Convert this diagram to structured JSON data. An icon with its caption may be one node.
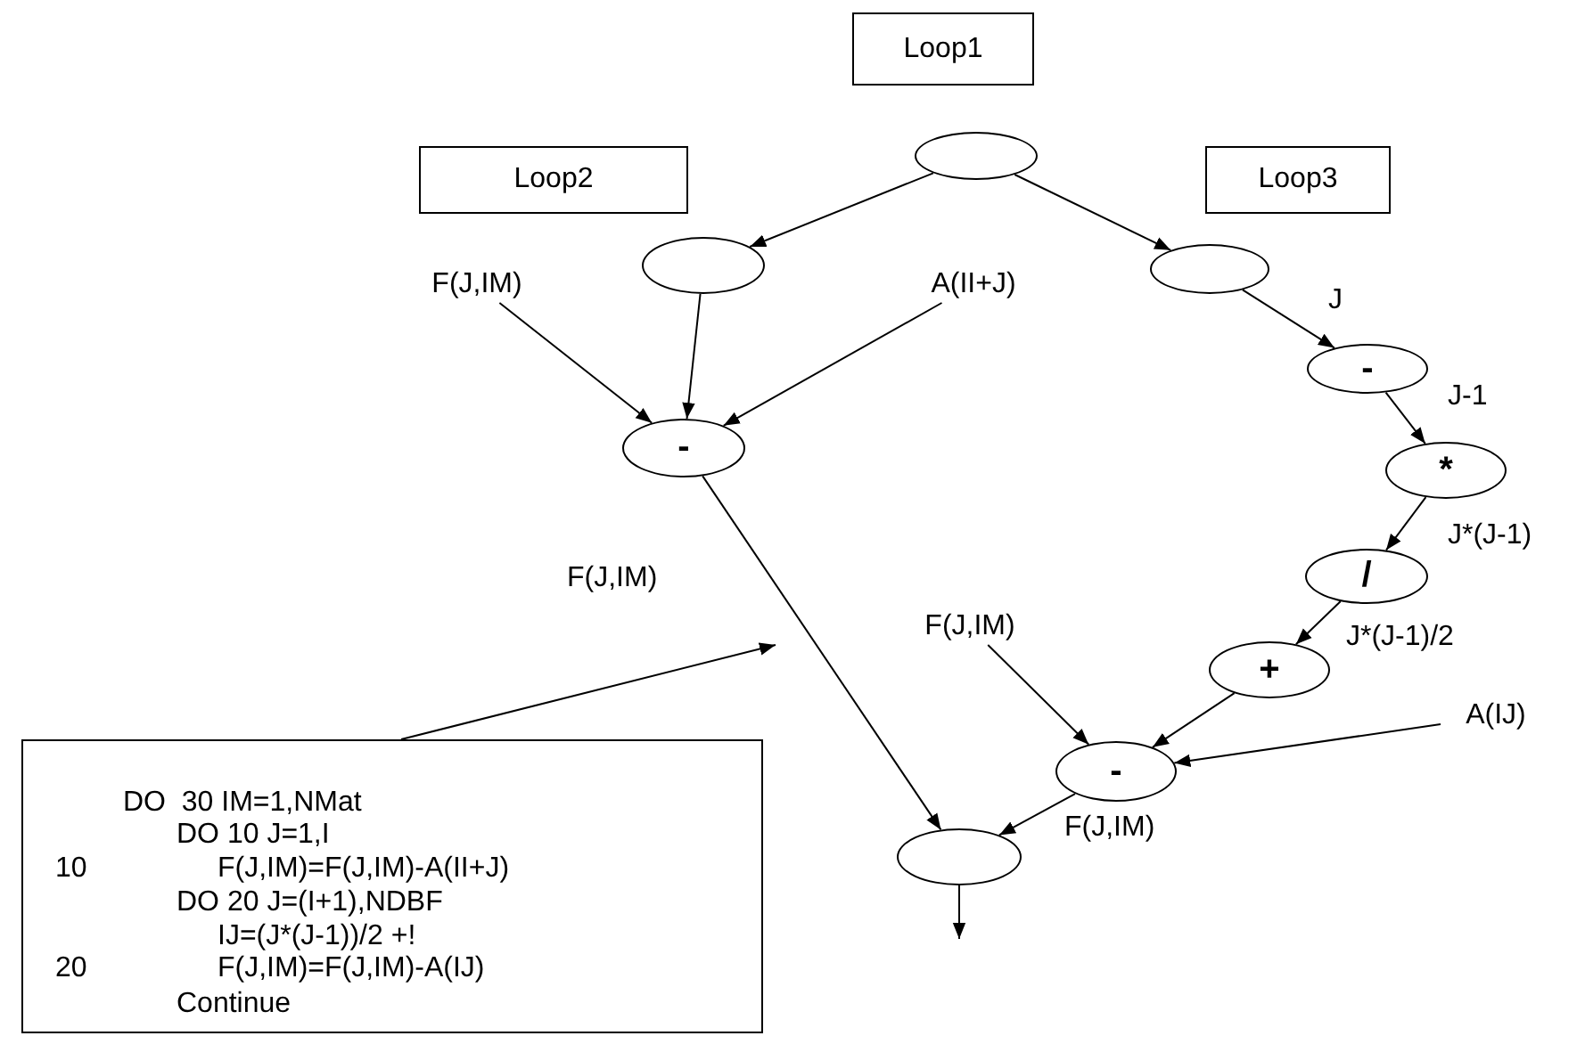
{
  "diagram": {
    "nodes": [
      {
        "text": [
          "Loop1"
        ]
      },
      {
        "text": [
          "Loop2"
        ]
      },
      {
        "text": [
          "Loop3"
        ]
      },
      {
        "text": [],
        "shape": "circle"
      },
      {
        "text": [],
        "shape": "circle"
      },
      {
        "text": [],
        "shape": "circle"
      },
      {
        "text": [
          "F(J,IM)"
        ]
      },
      {
        "text": [
          "A(II+J)"
        ]
      },
      {
        "text": [
          "-"
        ]
      },
      {
        "text": [
          "-"
        ]
      },
      {
        "text": [
          "*"
        ]
      },
      {
        "text": [
          "/"
        ]
      },
      {
        "text": [
          "+"
        ]
      },
      {
        "text": [
          "F(J,IM)"
        ]
      },
      {
        "text": [
          "A(IJ)"
        ]
      },
      {
        "text": [
          "-"
        ]
      },
      {
        "text": [],
        "shape": "circle"
      },
      {
        "text": [
          "DO  30 IM=1,NMat",
          "DO 10 J=1,I",
          "10",
          "F(J,IM)=F(J,IM)-A(II+J)",
          "DO 20 J=(I+1),NDBF",
          "IJ=(J*(J-1))/2 +!",
          "20",
          "F(J,IM)=F(J,IM)-A(IJ)",
          "Continue"
        ]
      }
    ],
    "edges": [
      {
        "from": 3,
        "to": 4,
        "arrow": "to"
      },
      {
        "from": 3,
        "to": 5,
        "arrow": "to"
      },
      {
        "from": 6,
        "to": 8,
        "arrow": "to"
      },
      {
        "from": 4,
        "to": 8,
        "arrow": "to"
      },
      {
        "from": 7,
        "to": 8,
        "arrow": "to"
      },
      {
        "from": 5,
        "to": 9,
        "arrow": "to",
        "label": "J"
      },
      {
        "from": 9,
        "to": 10,
        "arrow": "to",
        "label": "J-1"
      },
      {
        "from": 10,
        "to": 11,
        "arrow": "to",
        "label": "J*(J-1)"
      },
      {
        "from": 11,
        "to": 12,
        "arrow": "to",
        "label": "J*(J-1)/2"
      },
      {
        "from": 8,
        "to": 16,
        "arrow": "to",
        "label": "F(J,IM)"
      },
      {
        "from": 12,
        "to": 15,
        "arrow": "to"
      },
      {
        "from": 13,
        "to": 15,
        "arrow": "to"
      },
      {
        "from": 14,
        "to": 15,
        "arrow": "to"
      },
      {
        "from": 15,
        "to": 16,
        "arrow": "to",
        "label": "F(J,IM)"
      },
      {
        "from": 16,
        "to": null,
        "arrow": "to"
      },
      {
        "from": 17,
        "to": null,
        "arrow": "to"
      }
    ]
  }
}
